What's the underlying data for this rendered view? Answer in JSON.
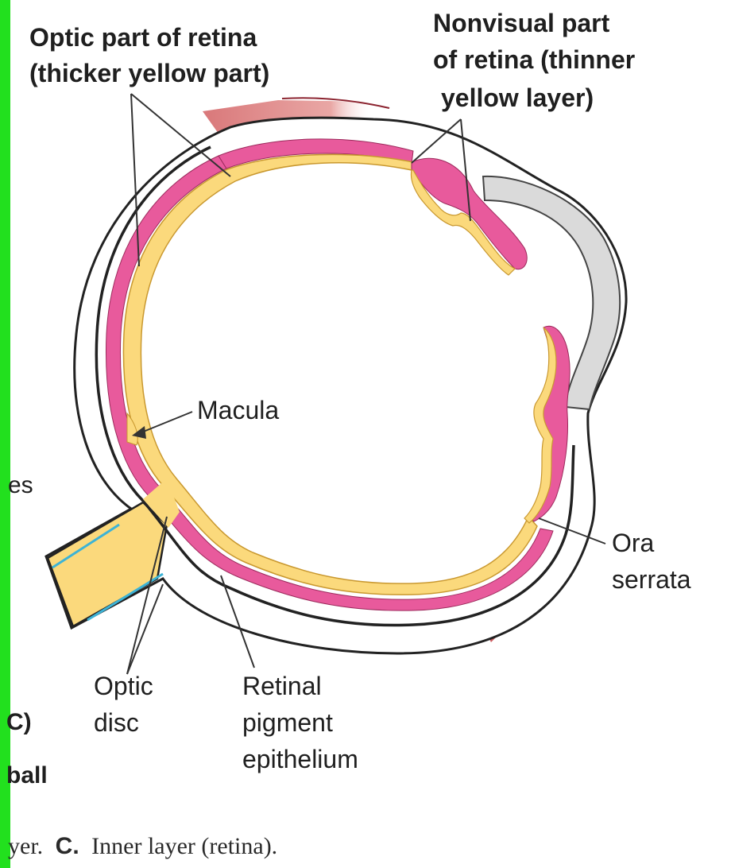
{
  "labels": {
    "optic_part_line1": "Optic part of retina",
    "optic_part_line2": "(thicker yellow part)",
    "nonvisual_line1": "Nonvisual part",
    "nonvisual_line2": "of retina (thinner",
    "nonvisual_line3": "yellow layer)",
    "macula": "Macula",
    "ora_line1": "Ora",
    "ora_line2": "serrata",
    "optic_disc_line1": "Optic",
    "optic_disc_line2": "disc",
    "rpe_line1": "Retinal",
    "rpe_line2": "pigment",
    "rpe_line3": "epithelium"
  },
  "cropped_text": {
    "left_fragment": "es",
    "panel_letter_fragment": "C)",
    "title_fragment": "ball",
    "caption_prefix": "yer.",
    "caption_panel": "C.",
    "caption_text": "Inner layer (retina)."
  },
  "colors": {
    "retina_yellow": "#fbd97c",
    "retina_outline": "#c9982f",
    "choroid_pink": "#e85a9c",
    "sclera_gray": "#dadada",
    "muscle_red": "#d9787a",
    "vessel_blue": "#3cb3d6",
    "margin_green": "#22e01e"
  }
}
